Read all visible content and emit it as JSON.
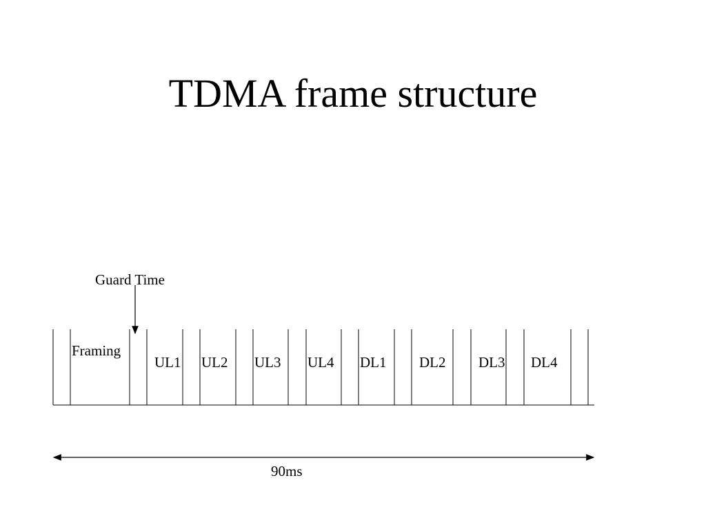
{
  "slide": {
    "title": "TDMA frame structure"
  },
  "diagram": {
    "guard_time_label": "Guard Time",
    "framing_label": "Framing",
    "slot_labels": [
      "UL1",
      "UL2",
      "UL3",
      "UL4",
      "DL1",
      "DL2",
      "DL3",
      "DL4"
    ],
    "duration_label": "90ms"
  }
}
